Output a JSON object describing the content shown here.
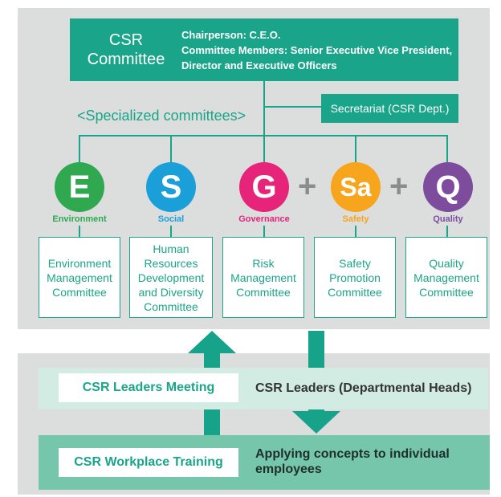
{
  "committee": {
    "title_line1": "CSR",
    "title_line2": "Committee",
    "chair": "Chairperson: C.E.O.",
    "members_line1": "Committee Members: Senior Executive Vice President,",
    "members_line2": "Director and Executive Officers"
  },
  "secretariat": "Secretariat (CSR Dept.)",
  "specialized_heading": "<Specialized committees>",
  "pillars": [
    {
      "letter": "E",
      "label": "Environment",
      "color": "#2fa84f",
      "box": [
        "Environment",
        "Management",
        "Committee"
      ]
    },
    {
      "letter": "S",
      "label": "Social",
      "color": "#1a9fd9",
      "box": [
        "Human",
        "Resources",
        "Development",
        "and Diversity",
        "Committee"
      ]
    },
    {
      "letter": "G",
      "label": "Governance",
      "color": "#e5247a",
      "box": [
        "Risk",
        "Management",
        "Committee"
      ]
    },
    {
      "letter": "Sa",
      "label": "Safety",
      "color": "#f6a51c",
      "box": [
        "Safety",
        "Promotion",
        "Committee"
      ]
    },
    {
      "letter": "Q",
      "label": "Quality",
      "color": "#7d4c9d",
      "box": [
        "Quality",
        "Management",
        "Committee"
      ]
    }
  ],
  "plus_sign": "+",
  "leaders": {
    "meeting": "CSR Leaders Meeting",
    "description": "CSR Leaders (Departmental Heads)"
  },
  "workplace": {
    "training": "CSR Workplace Training",
    "description_line1": "Applying concepts to individual",
    "description_line2": "employees"
  },
  "colors": {
    "teal": "#1aa58a",
    "panel": "#dcdddd",
    "leaders_band": "#d2ebe3",
    "workplace_band": "#75c6ab",
    "arrow": "#17a28a"
  }
}
